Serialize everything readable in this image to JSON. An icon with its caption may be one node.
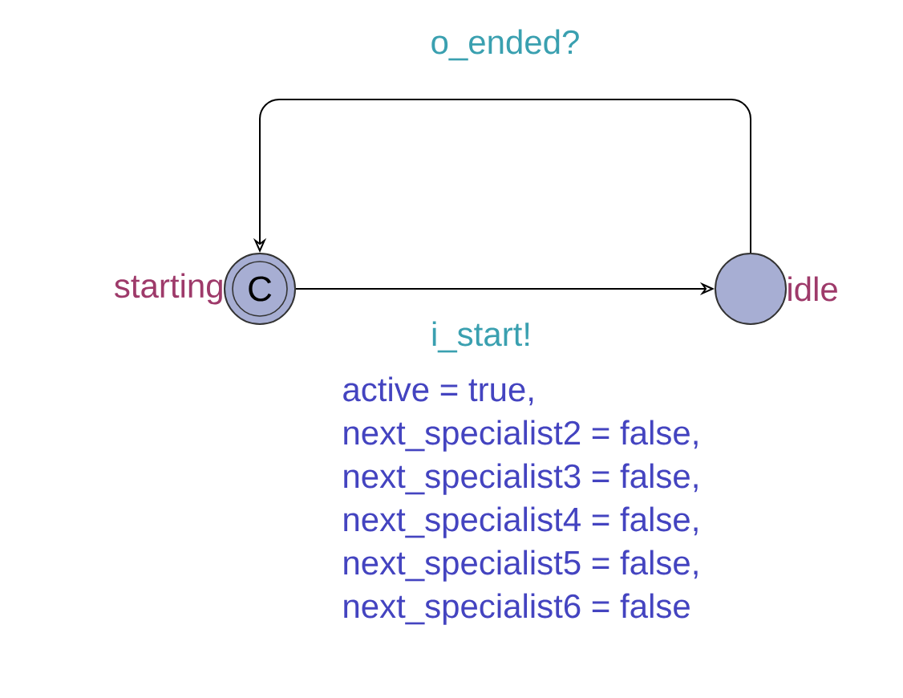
{
  "diagram": {
    "nodes": [
      {
        "text": [
          "C"
        ],
        "beside": [
          "starting"
        ]
      },
      {
        "text": [],
        "shape": "circle",
        "beside": [
          "idle"
        ]
      }
    ],
    "edges": [
      {
        "from": 0,
        "to": 1,
        "arrow": "to",
        "label": "i_start!"
      },
      {
        "from": 1,
        "to": 0,
        "arrow": "to",
        "label": "o_ended?"
      }
    ],
    "labels": [
      "active = true,",
      "next_specialist2 = false,",
      "next_specialist3 = false,",
      "next_specialist4 = false,",
      "next_specialist5 = false,",
      "next_specialist6 = false"
    ]
  }
}
